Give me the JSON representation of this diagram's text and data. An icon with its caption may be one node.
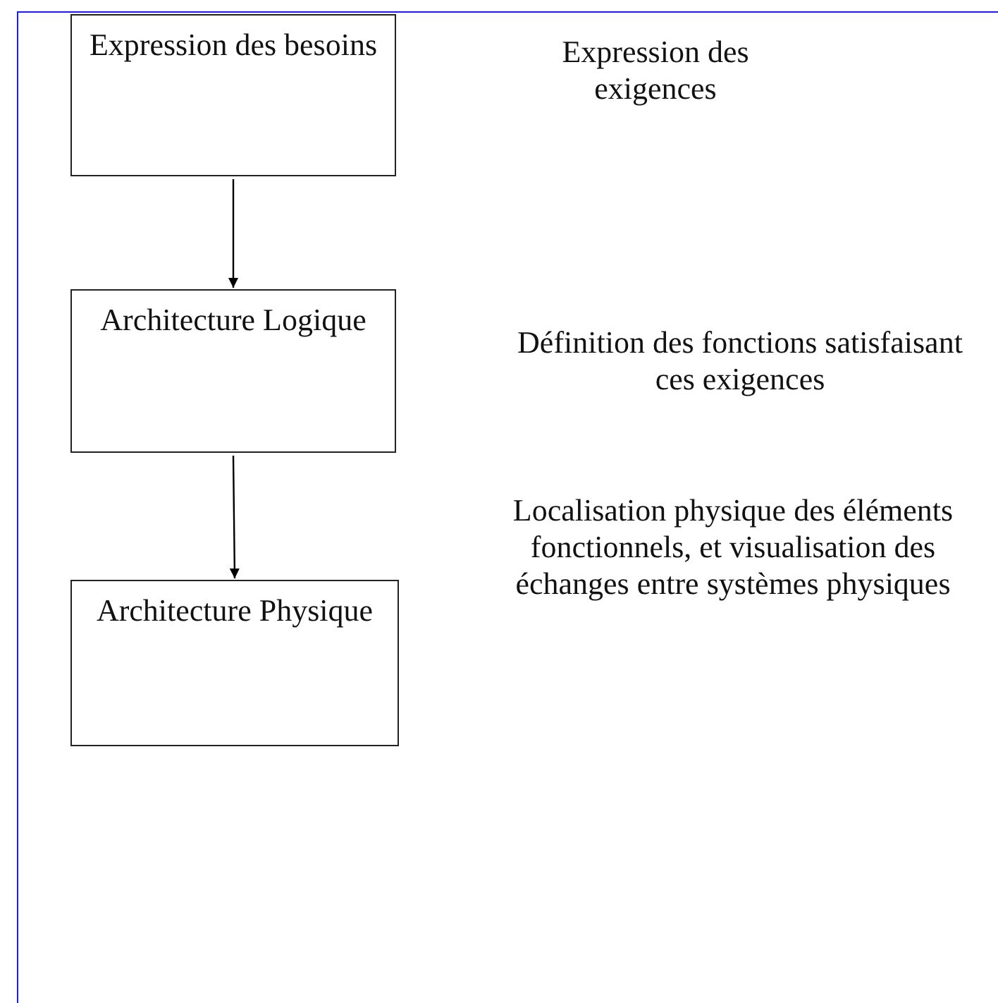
{
  "diagram": {
    "nodes": [
      {
        "text": [
          "Expression des besoins"
        ]
      },
      {
        "text": [
          "Architecture Logique"
        ]
      },
      {
        "text": [
          "Architecture Physique"
        ]
      }
    ],
    "edges": [
      {
        "from": 0,
        "to": 1,
        "arrow": "to"
      },
      {
        "from": 1,
        "to": 2,
        "arrow": "to"
      }
    ],
    "labels": [
      "Expression des exigences",
      "Définition des fonctions satisfaisant ces exigences",
      "Localisation physique des éléments fonctionnels, et visualisation des échanges entre systèmes physiques"
    ]
  }
}
